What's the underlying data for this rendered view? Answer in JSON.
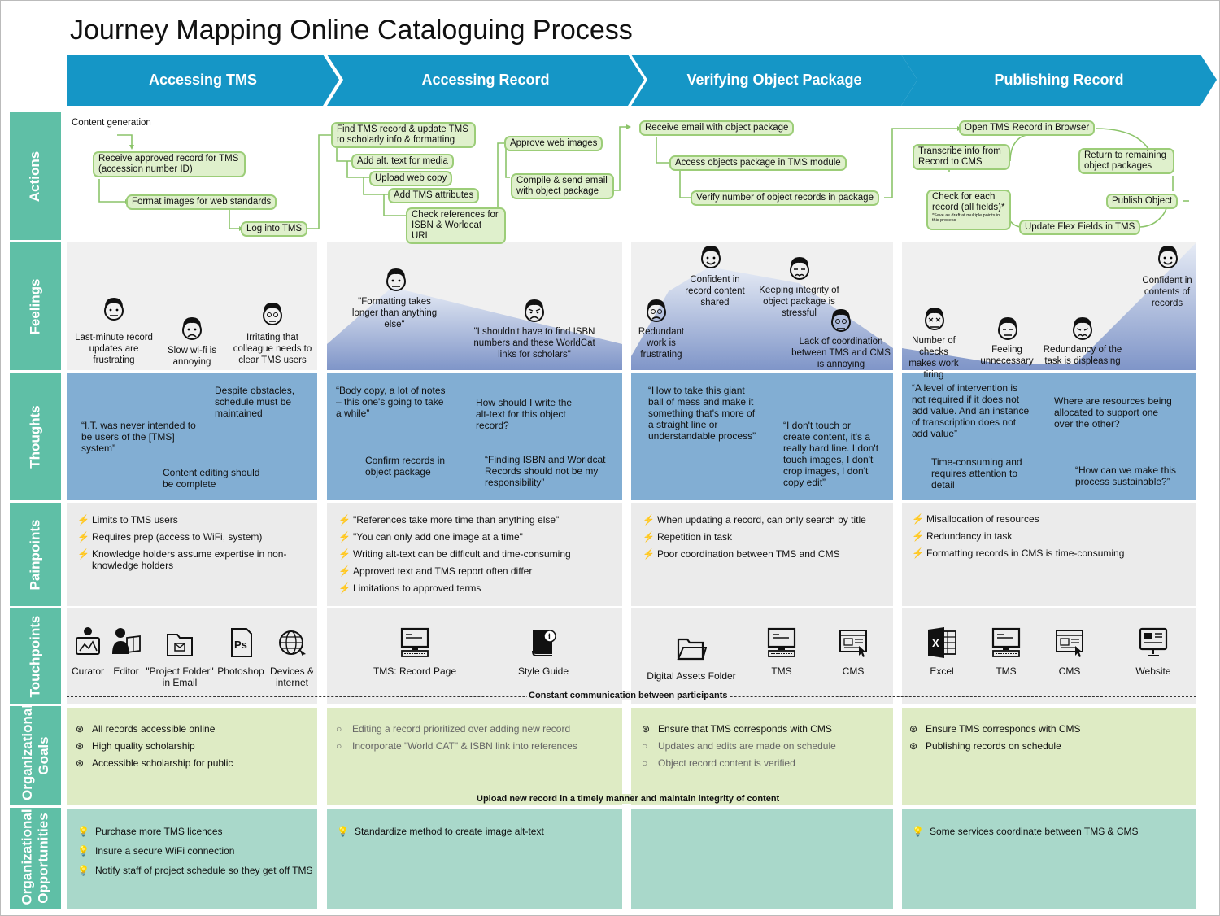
{
  "title": "Journey Mapping Online Cataloguing Process",
  "colors": {
    "phase": "#1596c6",
    "label": "#5fbfa6",
    "actions_bg": "#ffffff",
    "feelings_bg": "#f0f0f0",
    "thoughts_bg": "#82aed3",
    "pain_bg": "#ebebeb",
    "touch_bg": "#ececec",
    "goals_bg": "#deebc4",
    "opps_bg": "#a9d8ca",
    "pill_bg": "#dff0cc",
    "pill_border": "#9ccd78"
  },
  "phases": [
    "Accessing TMS",
    "Accessing Record",
    "Verifying Object Package",
    "Publishing Record"
  ],
  "rows": {
    "actions": "Actions",
    "feelings": "Feelings",
    "thoughts": "Thoughts",
    "painpoints": "Painpoints",
    "touchpoints": "Touchpoints",
    "goals": "Organizational Goals",
    "opps": "Organizational Opportunities"
  },
  "actions": {
    "p1": [
      "Content generation",
      "Receive approved record for TMS (accession number ID)",
      "Format images for web standards",
      "Log into TMS"
    ],
    "p2": [
      "Find TMS record & update TMS to scholarly info & formatting",
      "Add alt. text for media",
      "Upload web copy",
      "Add TMS attributes",
      "Check references for ISBN & Worldcat URL",
      "Approve web images",
      "Compile & send email with object package"
    ],
    "p3": [
      "Receive email with object package",
      "Access objects package in TMS module",
      "Verify number of object records in package"
    ],
    "p4": [
      "Open TMS Record in Browser",
      "Transcribe info from Record to CMS",
      "Return to remaining object packages",
      "Check for each record (all fields)*",
      "*Save as draft at multiple points in this process",
      "Publish Object",
      "Update Flex Fields in TMS"
    ]
  },
  "feelings": {
    "p1": [
      "Last-minute record updates are frustrating",
      "Slow wi-fi is annoying",
      "Irritating that colleague needs to clear TMS users"
    ],
    "p2": [
      "\"Formatting takes longer than anything else\"",
      "\"I shouldn't have to find ISBN numbers and these WorldCat links for scholars\""
    ],
    "p3": [
      "Redundant work is frustrating",
      "Confident in record content shared",
      "Keeping integrity of object package is stressful",
      "Lack of coordination between TMS and CMS is annoying"
    ],
    "p4": [
      "Number of checks makes work tiring",
      "Feeling unnecessary",
      "Redundancy of the task is displeasing",
      "Confident in contents of records"
    ]
  },
  "thoughts": {
    "p1": [
      "Despite obstacles, schedule must be maintained",
      "“I.T. was never intended to be users of the [TMS] system”",
      "Content editing should be complete"
    ],
    "p2": [
      "“Body copy, a lot of notes – this one's going to take a while”",
      "How should I write the alt-text for this object record?",
      "Confirm records in object package",
      "“Finding ISBN and Worldcat Records should not be my responsibility”"
    ],
    "p3": [
      "“How to take this giant ball of mess and make it something that's more of a straight line or understandable process”",
      "“I don't touch or create content, it's a really hard line. I don't touch images, I don't crop images, I don't copy edit”"
    ],
    "p4": [
      "“A level of intervention is not required if it does not add value. And an instance of transcription does not add value”",
      "Where are resources being allocated to support one over the other?",
      "Time-consuming and requires attention to detail",
      "“How can we make this process sustainable?”"
    ]
  },
  "painpoints": {
    "p1": [
      "Limits to TMS users",
      "Requires prep (access to WiFi, system)",
      "Knowledge holders assume expertise in non-knowledge holders"
    ],
    "p2": [
      "\"References take more time than anything else\"",
      "\"You can only add one image at a time\"",
      "Writing alt-text can be difficult and time-consuming",
      "Approved text and TMS report often differ",
      "Limitations to approved terms"
    ],
    "p3": [
      "When updating a record, can only search by title",
      "Repetition in task",
      "Poor coordination between TMS and CMS"
    ],
    "p4": [
      "Misallocation of resources",
      "Redundancy in task",
      "Formatting records in CMS is time-consuming"
    ]
  },
  "touchpoints": {
    "p1": [
      {
        "label": "Curator",
        "icon": "curator-icon"
      },
      {
        "label": "Editor",
        "icon": "editor-icon"
      },
      {
        "label": "\"Project Folder\" in Email",
        "icon": "email-folder-icon"
      },
      {
        "label": "Photoshop",
        "icon": "photoshop-icon"
      },
      {
        "label": "Devices & internet",
        "icon": "globe-icon"
      }
    ],
    "p2": [
      {
        "label": "TMS: Record Page",
        "icon": "computer-icon"
      },
      {
        "label": "Style Guide",
        "icon": "book-icon"
      }
    ],
    "p3": [
      {
        "label": "Digital Assets Folder",
        "icon": "folder-icon"
      },
      {
        "label": "TMS",
        "icon": "computer-icon"
      },
      {
        "label": "CMS",
        "icon": "browser-icon"
      }
    ],
    "p4": [
      {
        "label": "Excel",
        "icon": "excel-icon"
      },
      {
        "label": "TMS",
        "icon": "computer-icon"
      },
      {
        "label": "CMS",
        "icon": "browser-icon"
      },
      {
        "label": "Website",
        "icon": "monitor-icon"
      }
    ],
    "divider": "Constant communication between participants"
  },
  "goals": {
    "p1": [
      {
        "text": "All records accessible online",
        "on": true
      },
      {
        "text": "High quality scholarship",
        "on": true
      },
      {
        "text": "Accessible scholarship for public",
        "on": true
      }
    ],
    "p2": [
      {
        "text": "Editing a record prioritized over adding new record",
        "on": false
      },
      {
        "text": "Incorporate \"World CAT\" & ISBN link into references",
        "on": false
      }
    ],
    "p3": [
      {
        "text": "Ensure that TMS corresponds with CMS",
        "on": true
      },
      {
        "text": "Updates and edits are made on schedule",
        "on": false
      },
      {
        "text": "Object record content is verified",
        "on": false
      }
    ],
    "p4": [
      {
        "text": "Ensure TMS corresponds with CMS",
        "on": true
      },
      {
        "text": "Publishing records on schedule",
        "on": true
      }
    ],
    "divider": "Upload new record in a timely manner and maintain integrity of content"
  },
  "opps": {
    "p1": [
      "Purchase more TMS licences",
      "Insure a secure WiFi connection",
      "Notify staff of project schedule so they get off TMS"
    ],
    "p2": [
      "Standardize method to create image alt-text"
    ],
    "p3": [],
    "p4": [
      "Some services coordinate between TMS & CMS"
    ]
  }
}
